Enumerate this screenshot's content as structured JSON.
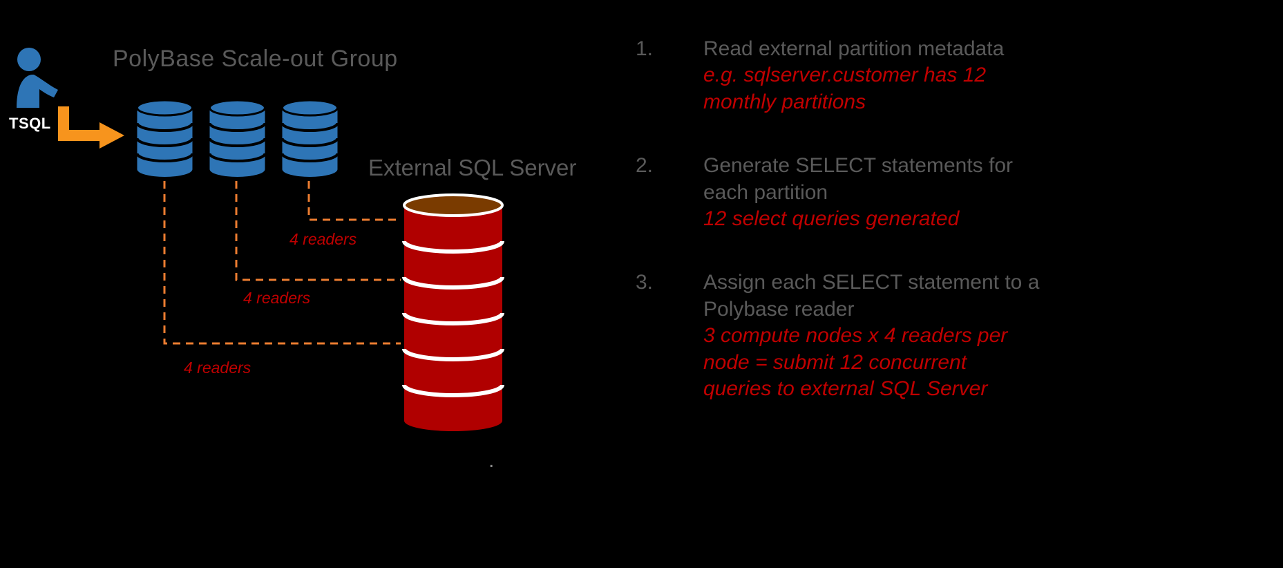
{
  "actor": {
    "label": "TSQL"
  },
  "scale_out_group": {
    "title": "PolyBase Scale-out Group",
    "node_count": 3
  },
  "external_server": {
    "title": "External SQL Server"
  },
  "connections": [
    {
      "label": "4 readers"
    },
    {
      "label": "4 readers"
    },
    {
      "label": "4 readers"
    }
  ],
  "footnote_dot": ".",
  "steps": [
    {
      "number": "1.",
      "text_lines": [
        "Read external partition metadata"
      ],
      "annotation_lines": [
        "e.g. sqlserver.customer has 12",
        "monthly partitions"
      ]
    },
    {
      "number": "2.",
      "text_lines": [
        "Generate SELECT statements for",
        "each partition"
      ],
      "annotation_lines": [
        "12 select queries generated"
      ]
    },
    {
      "number": "3.",
      "text_lines": [
        "Assign each SELECT statement to a",
        "Polybase reader"
      ],
      "annotation_lines": [
        "3 compute nodes x 4 readers per",
        "node = submit 12 concurrent",
        "queries to external SQL Server"
      ]
    }
  ],
  "colors": {
    "background": "#000000",
    "gray_text": "#5a5a5a",
    "red_text": "#c00000",
    "blue_database": "#2e75b6",
    "orange_arrow": "#f7941d",
    "orange_dashed": "#ed7d31",
    "external_db_body": "#b00000",
    "external_db_top": "#7a3b00",
    "tsql_text": "#ffffff"
  }
}
